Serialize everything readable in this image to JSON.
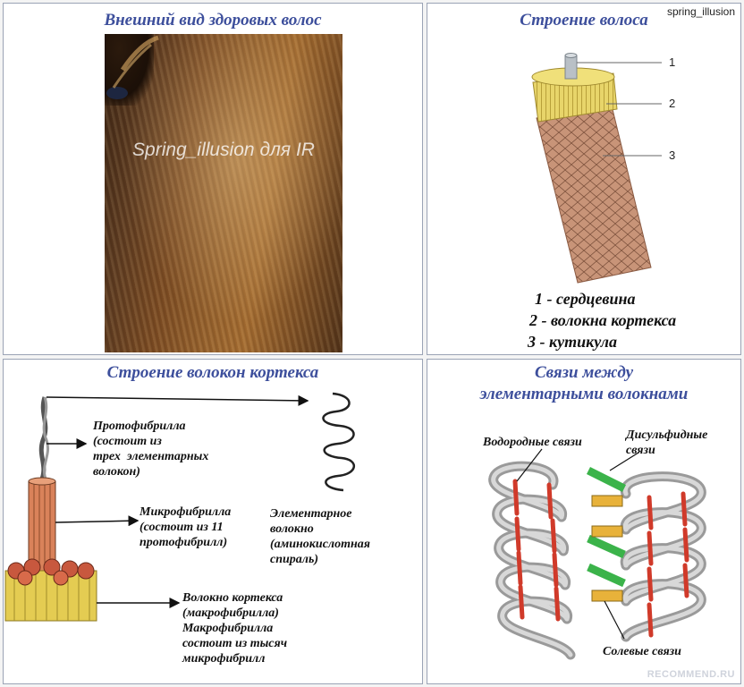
{
  "panel1": {
    "title": "Внешний вид здоровых волос",
    "watermark": "Spring_illusion для IR"
  },
  "panel2": {
    "title": "Строение волоса",
    "corner_user": "spring_illusion",
    "numbers": [
      "1",
      "2",
      "3"
    ],
    "legend": [
      "1 - сердцевина",
      "2 - волокна кортекса",
      "3 - кутикула"
    ]
  },
  "panel3": {
    "title": "Строение волокон кортекса",
    "protofibril": "Протофибрилла\n(состоит из\nтрех  элементарных\nволокон)",
    "microfibril": "Микрофибрилла\n(состоит из 11\nпротофибрилл)",
    "elementary": "Элементарное\nволокно\n(аминокислотная\nспираль)",
    "macrofibril": "Волокно кортекса\n(макрофибрилла)\nМакрофибрилла\nсостоит из тысяч\nмикрофибрилл"
  },
  "panel4": {
    "title_line1": "Связи между",
    "title_line2": "элементарными волокнами",
    "hydrogen": "Водородные связи",
    "disulfide": "Дисульфидные\nсвязи",
    "salt": "Солевые связи",
    "recommend": "RECOMMEND.RU"
  },
  "colors": {
    "title": "#3d4f9c",
    "hydrogen_bond": "#d03a2a",
    "disulfide_bond": "#3bb34a",
    "salt_bond": "#e8b23a",
    "coil": "#bdbdbd"
  }
}
